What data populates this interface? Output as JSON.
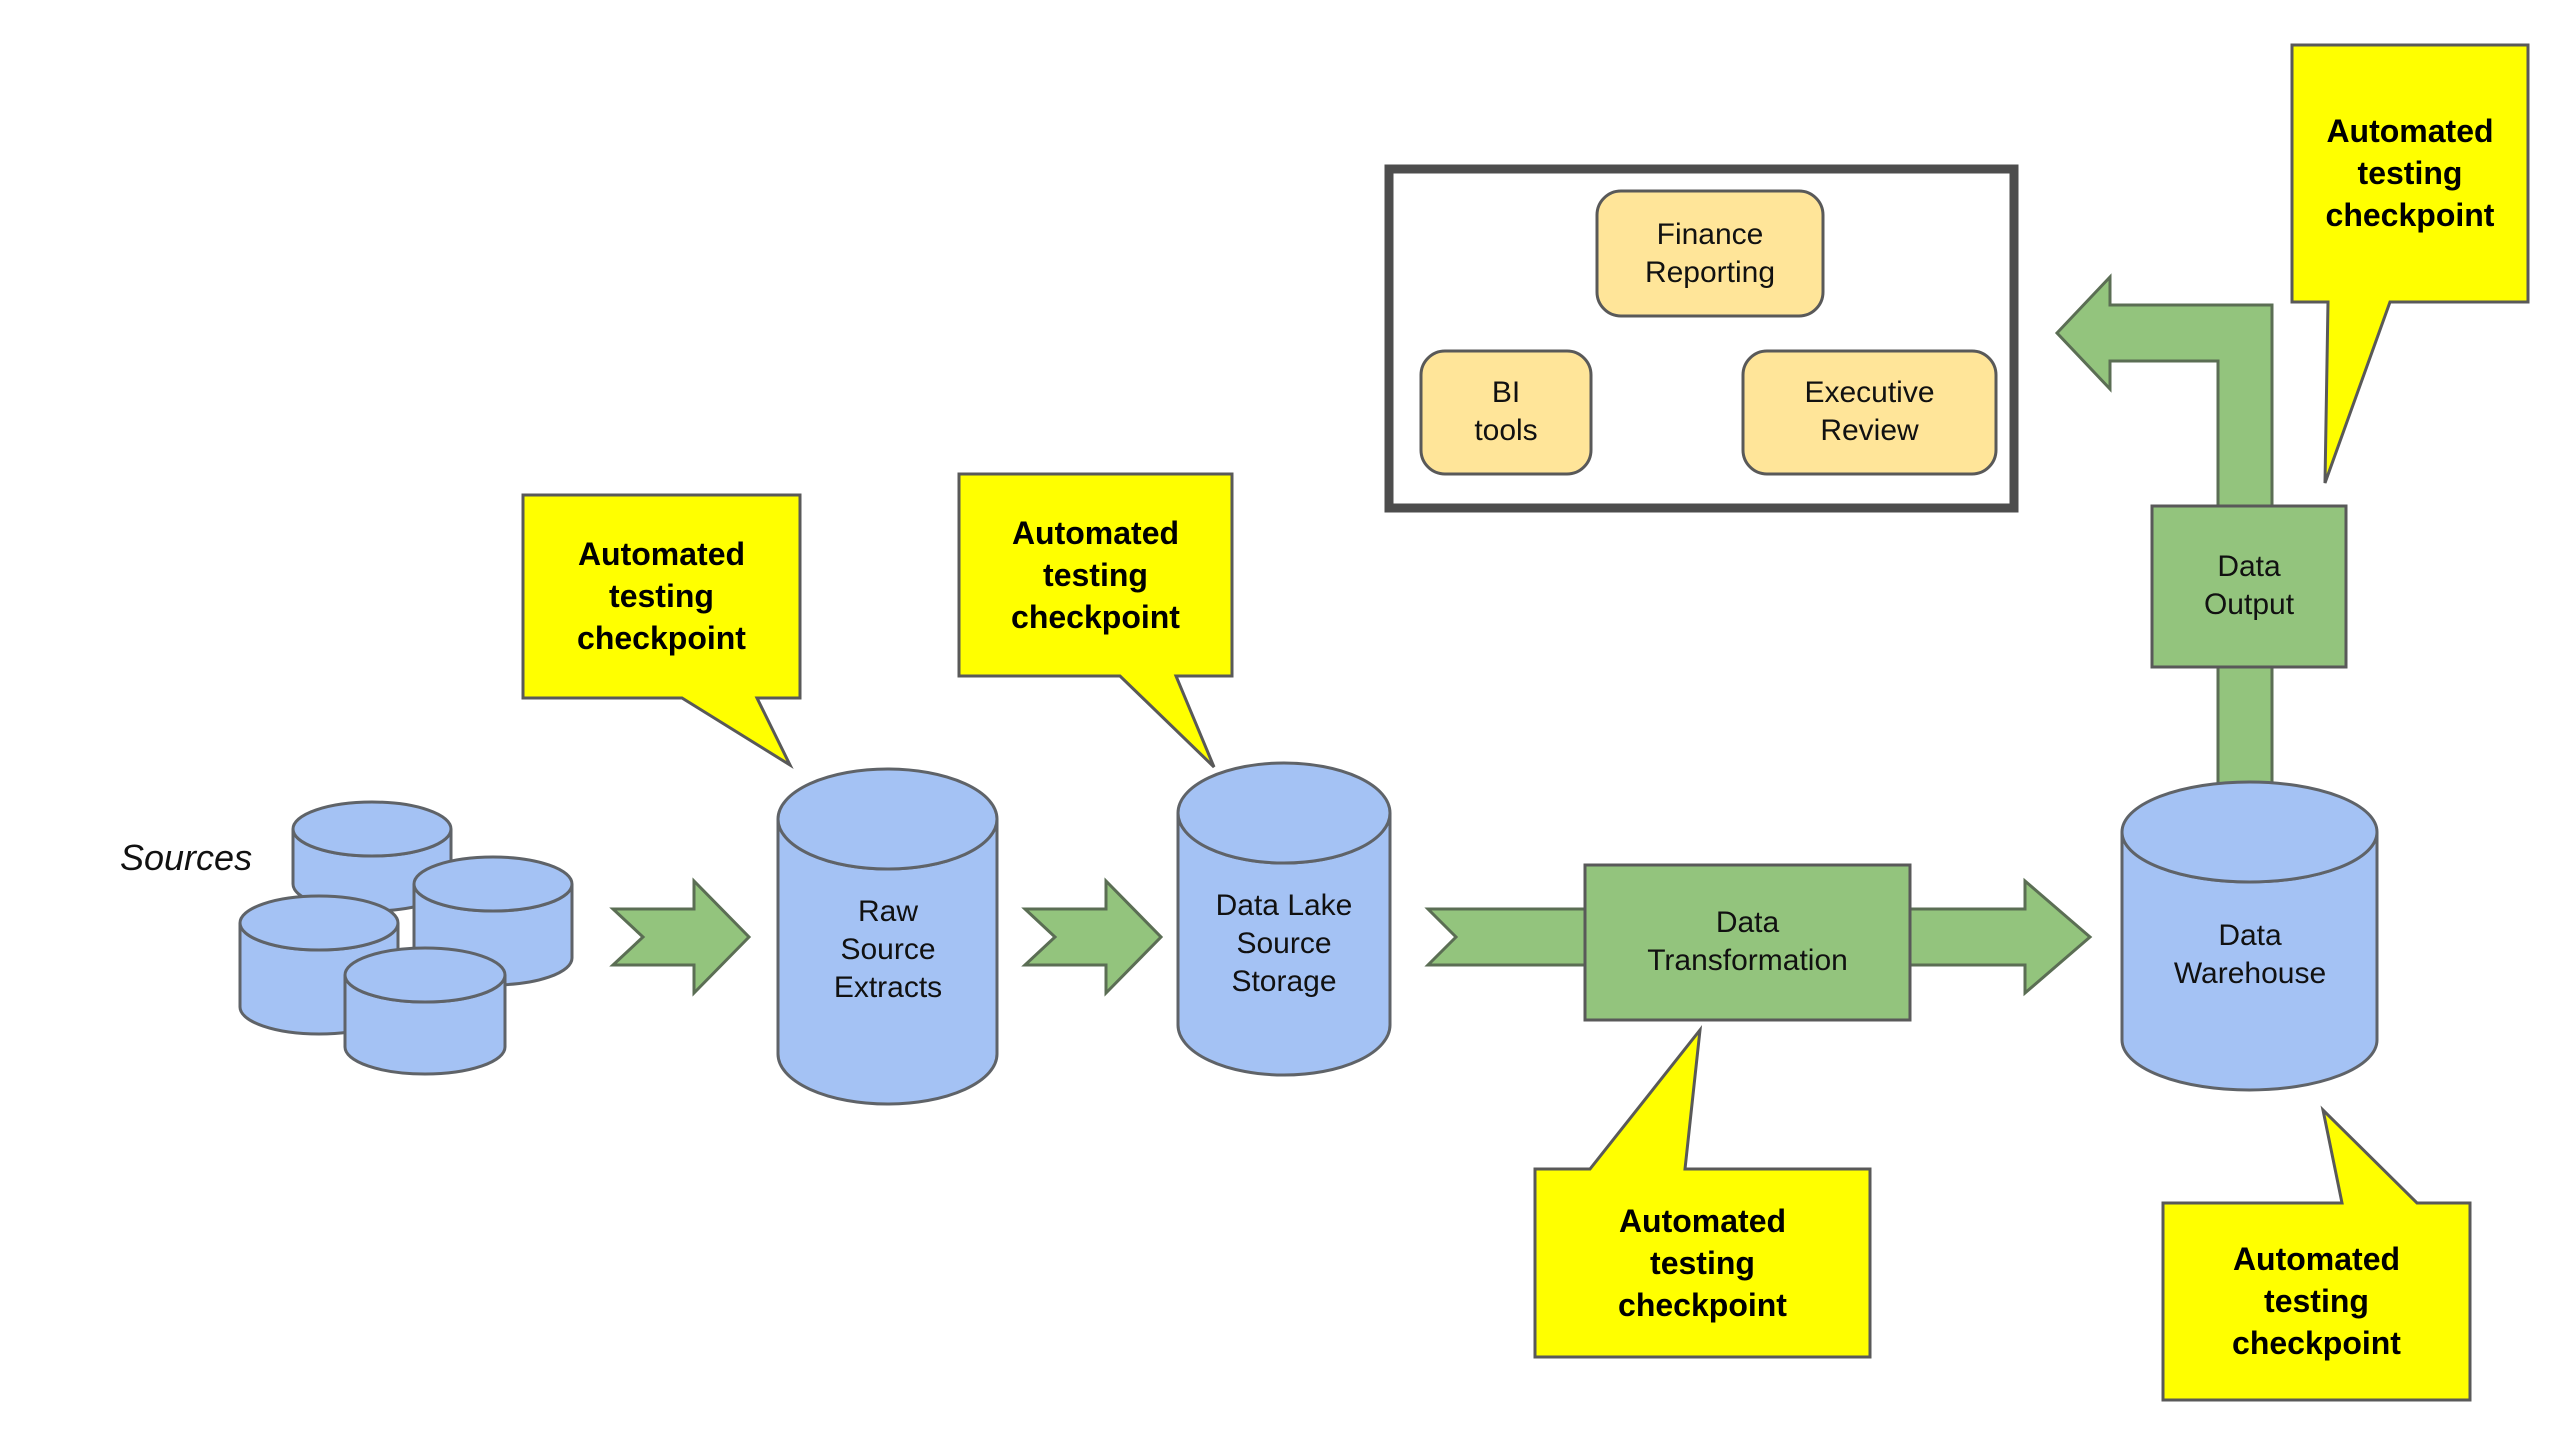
{
  "diagram": {
    "type": "flow-diagram",
    "description": "Data pipeline with automated testing checkpoints"
  },
  "palette": {
    "node_blue": "#a4c2f4",
    "process_green": "#93c47d",
    "reporting_tan": "#ffe599",
    "callout_yellow": "#ffff00",
    "shape_border": "#595959",
    "container_border": "#4d4d4d",
    "arrow_border": "#5b6e54",
    "text": "#111111"
  },
  "nodes": {
    "sources": {
      "label": "Sources"
    },
    "raw": {
      "label": "Raw\nSource\nExtracts"
    },
    "data_lake": {
      "label": "Data Lake\nSource\nStorage"
    },
    "transformation": {
      "label": "Data\nTransformation"
    },
    "warehouse": {
      "label": "Data\nWarehouse"
    },
    "output": {
      "label": "Data\nOutput"
    }
  },
  "reporting_group": {
    "finance": {
      "label": "Finance\nReporting"
    },
    "bi": {
      "label": "BI\ntools"
    },
    "executive": {
      "label": "Executive\nReview"
    }
  },
  "callouts": [
    {
      "text": "Automated\ntesting\ncheckpoint",
      "points_to": "raw-source-extracts"
    },
    {
      "text": "Automated\ntesting\ncheckpoint",
      "points_to": "data-lake-source-storage"
    },
    {
      "text": "Automated\ntesting\ncheckpoint",
      "points_to": "data-transformation"
    },
    {
      "text": "Automated\ntesting\ncheckpoint",
      "points_to": "data-output"
    },
    {
      "text": "Automated\ntesting\ncheckpoint",
      "points_to": "data-warehouse"
    }
  ]
}
